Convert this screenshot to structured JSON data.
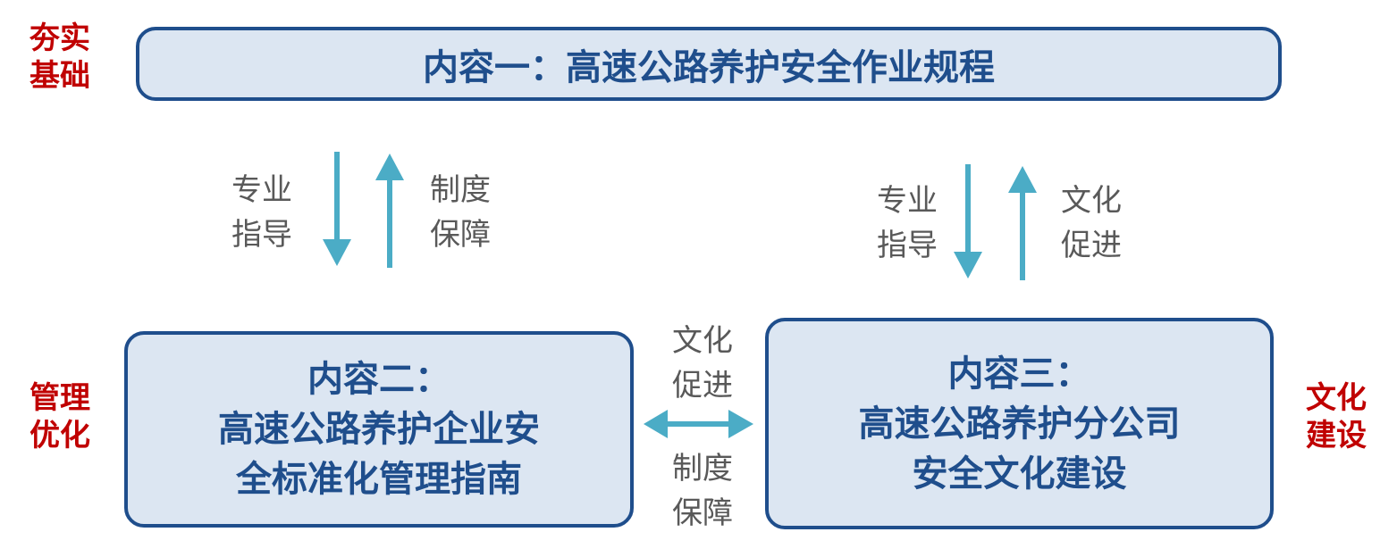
{
  "side_labels": {
    "top": [
      "夯实",
      "基础"
    ],
    "left": [
      "管理",
      "优化"
    ],
    "right": [
      "文化",
      "建设"
    ]
  },
  "boxes": {
    "content1": "内容一：高速公路养护安全作业规程",
    "content2": {
      "title": "内容二：",
      "lines": [
        "高速公路养护企业安",
        "全标准化管理指南"
      ]
    },
    "content3": {
      "title": "内容三：",
      "lines": [
        "高速公路养护分公司",
        "安全文化建设"
      ]
    }
  },
  "arrow_labels": {
    "left_down": [
      "专业",
      "指导"
    ],
    "left_up": [
      "制度",
      "保障"
    ],
    "right_down": [
      "专业",
      "指导"
    ],
    "right_up": [
      "文化",
      "促进"
    ],
    "mid_top": [
      "文化",
      "促进"
    ],
    "mid_bottom": [
      "制度",
      "保障"
    ]
  },
  "colors": {
    "box_fill": "#dce6f2",
    "box_border": "#1f4e8c",
    "red": "#c00000",
    "arrow": "#4bacc6",
    "gray": "#595959"
  }
}
